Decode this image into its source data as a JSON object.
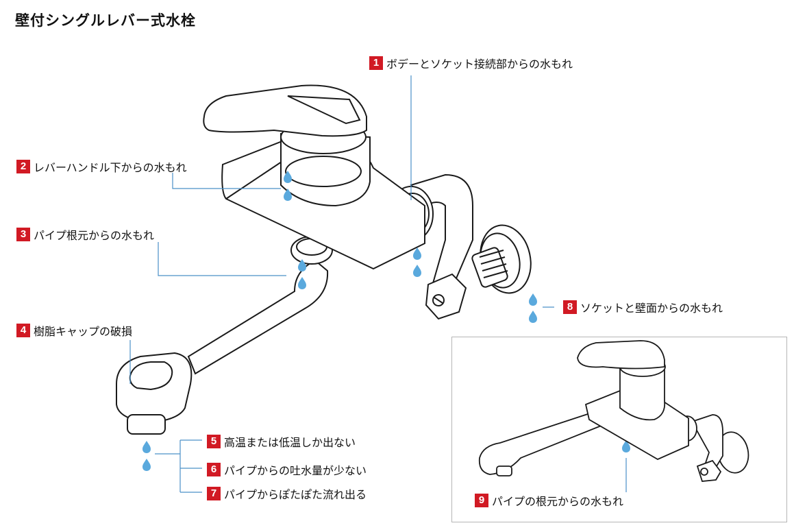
{
  "title": "壁付シングルレバー式水栓",
  "labels": [
    {
      "num": "1",
      "text": "ボデーとソケット接続部からの水もれ"
    },
    {
      "num": "2",
      "text": "レバーハンドル下からの水もれ"
    },
    {
      "num": "3",
      "text": "パイプ根元からの水もれ"
    },
    {
      "num": "4",
      "text": "樹脂キャップの破損"
    },
    {
      "num": "5",
      "text": "高温または低温しか出ない"
    },
    {
      "num": "6",
      "text": "パイプからの吐水量が少ない"
    },
    {
      "num": "7",
      "text": "パイプからぽたぽた流れ出る"
    },
    {
      "num": "8",
      "text": "ソケットと壁面からの水もれ"
    },
    {
      "num": "9",
      "text": "パイプの根元からの水もれ"
    }
  ],
  "colors": {
    "badge": "#d11a24",
    "leader": "#4a90c8",
    "drop": "#5aa9dd",
    "outline": "#1a1a1a"
  }
}
